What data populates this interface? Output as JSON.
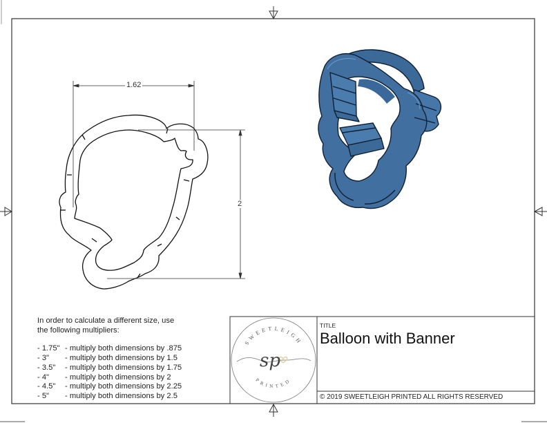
{
  "drawing": {
    "dimensions": {
      "width": "1.62",
      "height": "2"
    },
    "model_color": "#3f6e9e"
  },
  "notes": {
    "intro_line1": "In order to calculate a different size, use",
    "intro_line2": "the following multipliers:",
    "multipliers": [
      {
        "size": "- 1.75\"",
        "text": "- multiply both dimensions by .875"
      },
      {
        "size": "- 3\"",
        "text": "- multiply both dimensions by 1.5"
      },
      {
        "size": "- 3.5\"",
        "text": "- multiply both dimensions by 1.75"
      },
      {
        "size": "- 4\"",
        "text": "- multiply both dimensions by 2"
      },
      {
        "size": "- 4.5\"",
        "text": "- multiply both dimensions by 2.25"
      },
      {
        "size": "- 5\"",
        "text": "- multiply both dimensions by 2.5"
      }
    ]
  },
  "title_block": {
    "logo": {
      "top_text": "SWEETLEIGH",
      "monogram": "sp",
      "bottom_text": "PRINTED",
      "heart_color": "#e8d7a8"
    },
    "title_label": "TITLE",
    "title": "Balloon with Banner",
    "copyright": "© 2019  SWEETLEIGH PRINTED  ALL RIGHTS RESERVED"
  }
}
